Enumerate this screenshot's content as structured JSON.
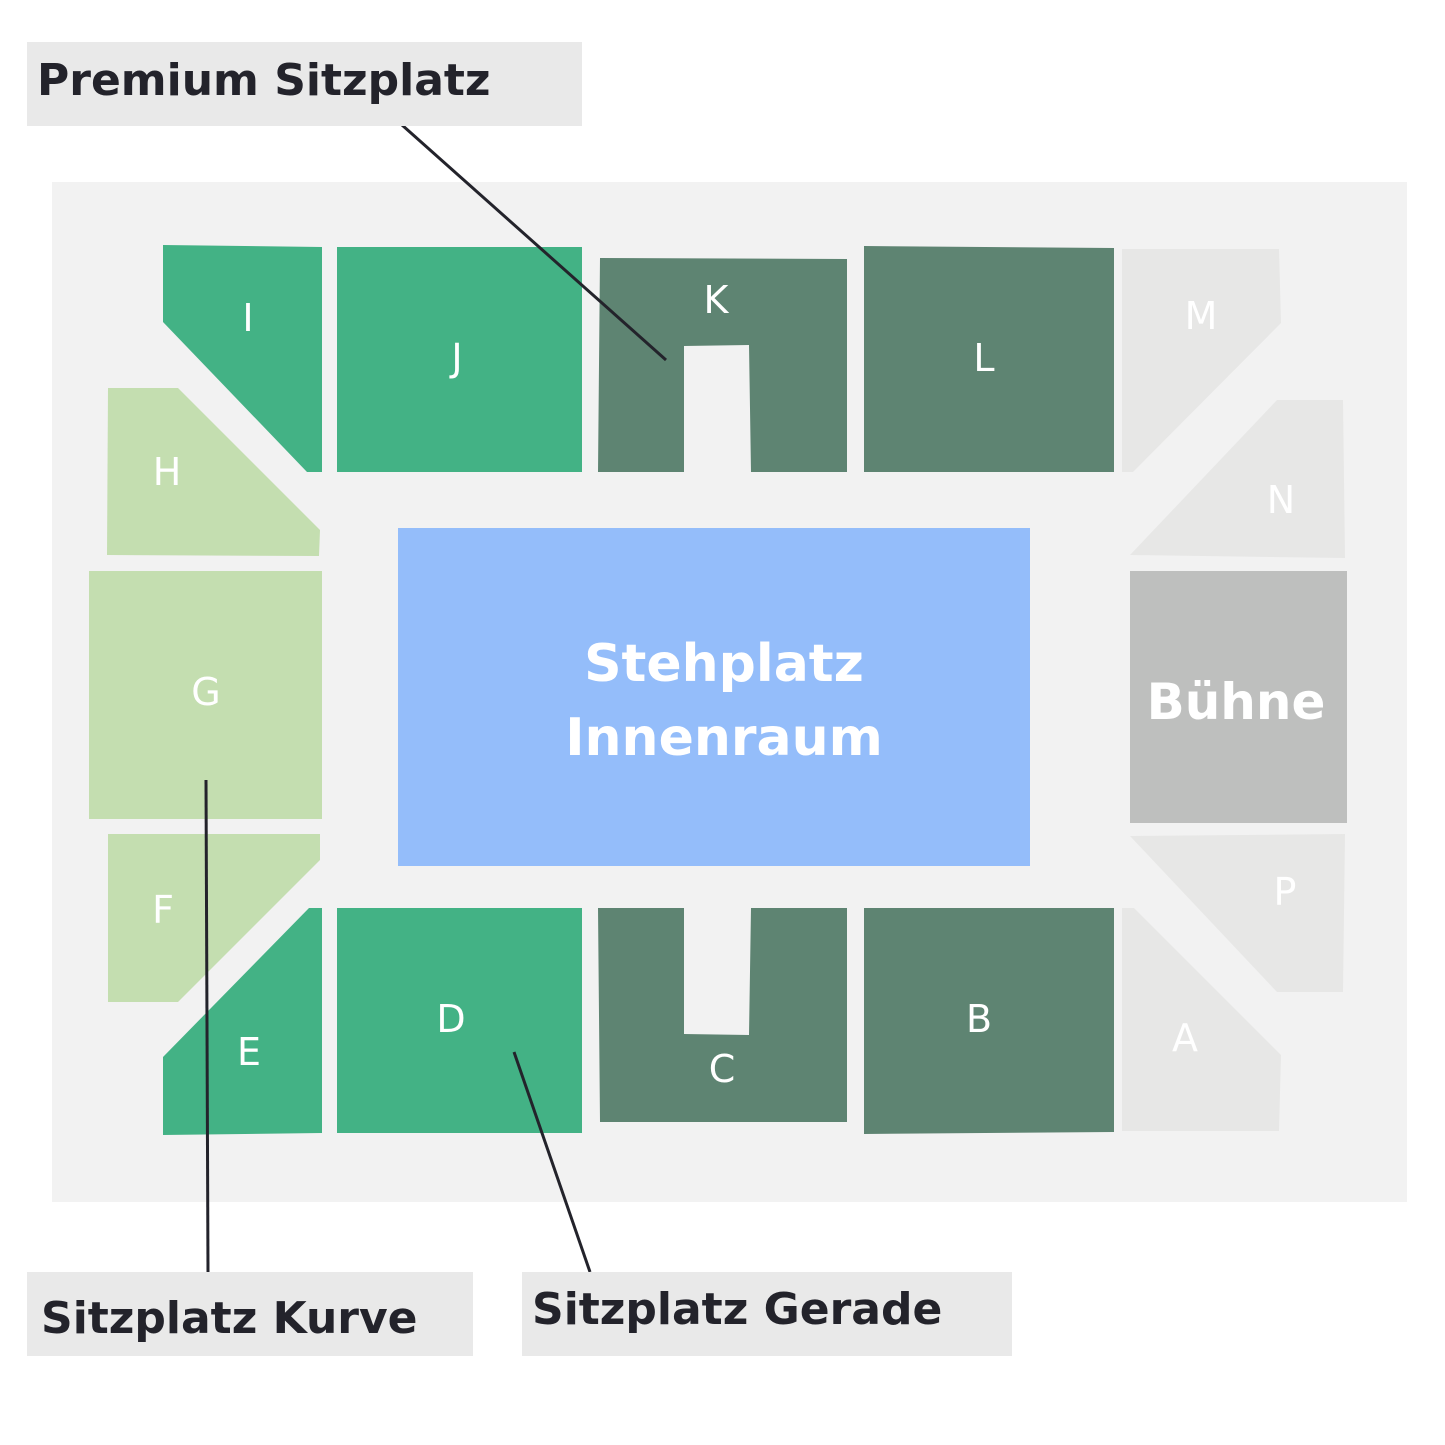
{
  "colors": {
    "background": "#f2f2f2",
    "premium": "#5e8472",
    "gerade": "#43b285",
    "kurve": "#c4deb0",
    "unavailable": "#e7e7e6",
    "stage": "#bebfbe",
    "standing": "#94bdfa",
    "callout_bg": "#e9e9e9",
    "callout_text": "#23232b"
  },
  "sections": {
    "A": "A",
    "B": "B",
    "C": "C",
    "D": "D",
    "E": "E",
    "F": "F",
    "G": "G",
    "H": "H",
    "I": "I",
    "J": "J",
    "K": "K",
    "L": "L",
    "M": "M",
    "N": "N",
    "P": "P"
  },
  "standing_area": {
    "line1": "Stehplatz",
    "line2": "Innenraum"
  },
  "stage": {
    "label": "Bühne"
  },
  "callouts": {
    "premium": "Premium Sitzplatz",
    "kurve": "Sitzplatz Kurve",
    "gerade": "Sitzplatz Gerade"
  }
}
